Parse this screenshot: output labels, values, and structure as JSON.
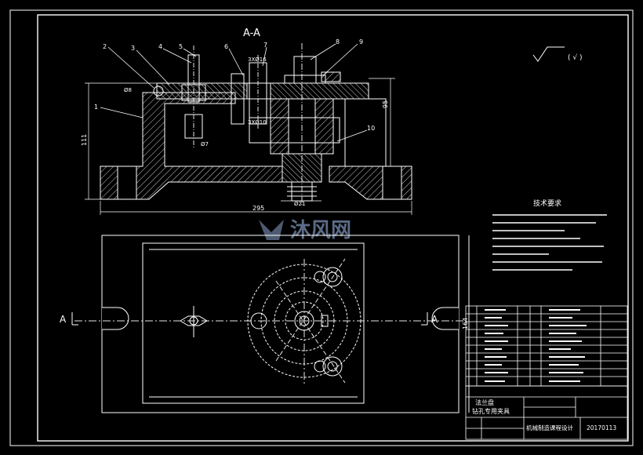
{
  "colors": {
    "background": "#000000",
    "line": "#ffffff",
    "hatch": "#d9d9d9",
    "center": "#e6e6e6",
    "watermark": "#5b6b86"
  },
  "section": {
    "title": "A-A",
    "cut_marker": "A"
  },
  "part_numbers": [
    "1",
    "2",
    "3",
    "4",
    "5",
    "6",
    "7",
    "8",
    "9",
    "10"
  ],
  "dimensions": {
    "width": "295",
    "height_left": "111",
    "height_right": "95",
    "bottom_dia": "Ø21",
    "hole_top": "3XØ16",
    "hole_mid": "3XØ10",
    "dia_left": "Ø8",
    "dia_small": "Ø7",
    "depth_right": "164"
  },
  "roughness": {
    "symbol": "√",
    "text": "( √ )"
  },
  "tech_req": {
    "title": "技术要求"
  },
  "watermark": {
    "text": "沐风网"
  },
  "title_block": {
    "name_line1": "法兰盘",
    "name_line2": "钻孔专用夹具",
    "course": "机械制造课程设计",
    "code": "20170113"
  }
}
